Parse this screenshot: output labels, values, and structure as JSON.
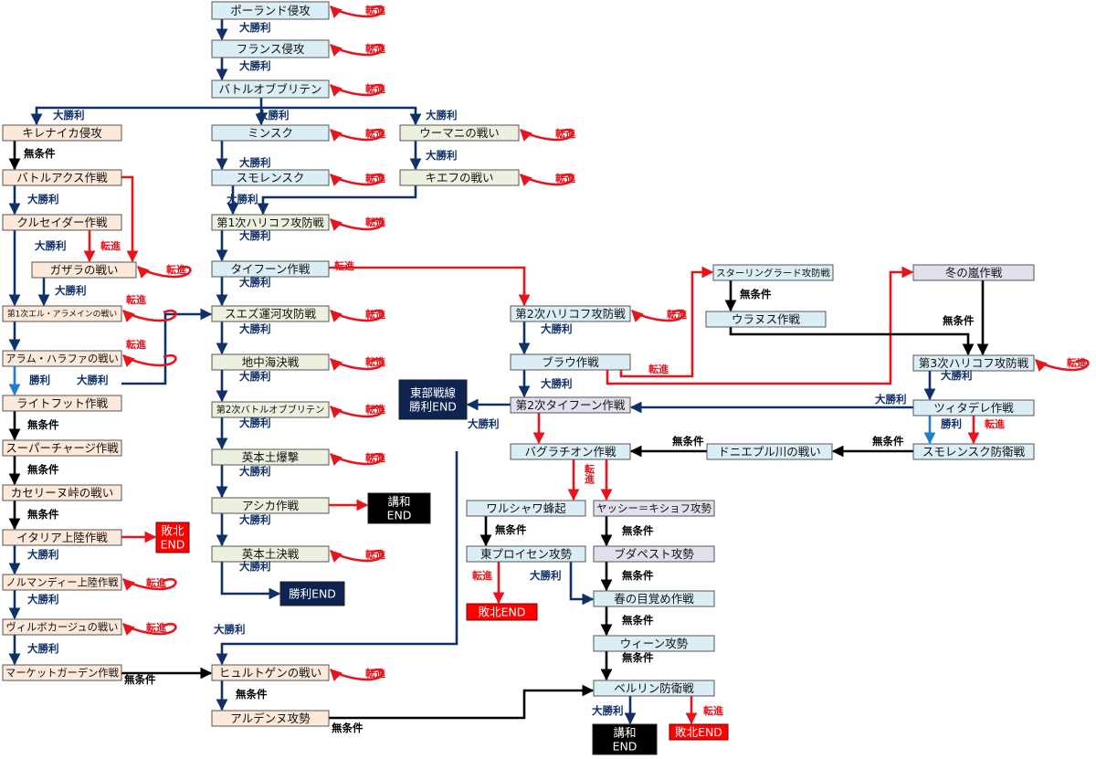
{
  "colors": {
    "blue_fill": "#dbeef6",
    "green_fill": "#ebf1de",
    "orange_fill": "#fde9d9",
    "purple_fill": "#e4dfec",
    "red_fill": "#ff0000",
    "navy_fill": "#0f2350",
    "black_fill": "#000000",
    "edge_navy": "#10306a",
    "edge_red": "#e8141c",
    "edge_black": "#000000",
    "edge_lightblue": "#1f7fcf",
    "node_border": "#555555"
  },
  "nodes": [
    {
      "id": "poland",
      "label": "ポーランド侵攻",
      "fill": "blue"
    },
    {
      "id": "france",
      "label": "フランス侵攻",
      "fill": "blue"
    },
    {
      "id": "bob",
      "label": "バトルオブブリテン",
      "fill": "blue"
    },
    {
      "id": "cyrenaica",
      "label": "キレナイカ侵攻",
      "fill": "orange"
    },
    {
      "id": "minsk",
      "label": "ミンスク",
      "fill": "blue"
    },
    {
      "id": "uman",
      "label": "ウーマニの戦い",
      "fill": "green"
    },
    {
      "id": "battleaxe",
      "label": "バトルアクス作戦",
      "fill": "orange"
    },
    {
      "id": "smolensk",
      "label": "スモレンスク",
      "fill": "blue"
    },
    {
      "id": "kiev",
      "label": "キエフの戦い",
      "fill": "green"
    },
    {
      "id": "crusader",
      "label": "クルセイダー作戦",
      "fill": "orange"
    },
    {
      "id": "kharkov1",
      "label": "第1次ハリコフ攻防戦",
      "fill": "green"
    },
    {
      "id": "gazala",
      "label": "ガザラの戦い",
      "fill": "orange"
    },
    {
      "id": "typhoon",
      "label": "タイフーン作戦",
      "fill": "blue"
    },
    {
      "id": "alamein1",
      "label": "第1次エル・アラメインの戦い",
      "fill": "orange"
    },
    {
      "id": "suez",
      "label": "スエズ運河攻防戦",
      "fill": "green"
    },
    {
      "id": "alamhalfa",
      "label": "アラム・ハラファの戦い",
      "fill": "orange"
    },
    {
      "id": "med",
      "label": "地中海決戦",
      "fill": "green"
    },
    {
      "id": "lightfoot",
      "label": "ライトフット作戦",
      "fill": "orange"
    },
    {
      "id": "bob2",
      "label": "第2次バトルオブブリテン",
      "fill": "green"
    },
    {
      "id": "supercharge",
      "label": "スーパーチャージ作戦",
      "fill": "orange"
    },
    {
      "id": "bombing",
      "label": "英本土爆撃",
      "fill": "green"
    },
    {
      "id": "kasserine",
      "label": "カセリーヌ峠の戦い",
      "fill": "orange"
    },
    {
      "id": "ashika",
      "label": "アシカ作戦",
      "fill": "green"
    },
    {
      "id": "italy",
      "label": "イタリア上陸作戦",
      "fill": "orange"
    },
    {
      "id": "homeland",
      "label": "英本土決戦",
      "fill": "green"
    },
    {
      "id": "normandy",
      "label": "ノルマンディー上陸作戦",
      "fill": "orange"
    },
    {
      "id": "villers",
      "label": "ヴィルボカージュの戦い",
      "fill": "orange"
    },
    {
      "id": "market",
      "label": "マーケットガーデン作戦",
      "fill": "orange"
    },
    {
      "id": "hurtgen",
      "label": "ヒュルトゲンの戦い",
      "fill": "orange"
    },
    {
      "id": "ardennes",
      "label": "アルデンヌ攻勢",
      "fill": "orange"
    },
    {
      "id": "kharkov2",
      "label": "第2次ハリコフ攻防戦",
      "fill": "blue"
    },
    {
      "id": "blau",
      "label": "ブラウ作戦",
      "fill": "blue"
    },
    {
      "id": "typhoon2",
      "label": "第2次タイフーン作戦",
      "fill": "purple"
    },
    {
      "id": "bagration",
      "label": "バグラチオン作戦",
      "fill": "blue"
    },
    {
      "id": "warsaw",
      "label": "ワルシャワ蜂起",
      "fill": "blue"
    },
    {
      "id": "jassy",
      "label": "ヤッシー＝キショフ攻勢",
      "fill": "purple"
    },
    {
      "id": "eprussia",
      "label": "東プロイセン攻勢",
      "fill": "blue"
    },
    {
      "id": "budapest",
      "label": "ブダペスト攻勢",
      "fill": "purple"
    },
    {
      "id": "spring",
      "label": "春の目覚め作戦",
      "fill": "blue"
    },
    {
      "id": "vienna",
      "label": "ウィーン攻勢",
      "fill": "blue"
    },
    {
      "id": "berlin",
      "label": "ベルリン防衛戦",
      "fill": "blue"
    },
    {
      "id": "stalingrad",
      "label": "スターリングラード攻防戦",
      "fill": "blue"
    },
    {
      "id": "uranus",
      "label": "ウラヌス作戦",
      "fill": "blue"
    },
    {
      "id": "winter",
      "label": "冬の嵐作戦",
      "fill": "purple"
    },
    {
      "id": "kharkov3",
      "label": "第3次ハリコフ攻防戦",
      "fill": "blue"
    },
    {
      "id": "citadel",
      "label": "ツィタデレ作戦",
      "fill": "blue"
    },
    {
      "id": "dnieper",
      "label": "ドニエプル川の戦い",
      "fill": "blue"
    },
    {
      "id": "smolensk_def",
      "label": "スモレンスク防衛戦",
      "fill": "blue"
    }
  ],
  "endings": [
    {
      "id": "east_win",
      "lines": [
        "東部戦線",
        "勝利END"
      ],
      "fill": "navy"
    },
    {
      "id": "win_end",
      "lines": [
        "勝利END"
      ],
      "fill": "navy"
    },
    {
      "id": "peace1",
      "lines": [
        "講和",
        "END"
      ],
      "fill": "black"
    },
    {
      "id": "defeat1",
      "lines": [
        "敗北",
        "END"
      ],
      "fill": "red"
    },
    {
      "id": "defeat2",
      "lines": [
        "敗北END"
      ],
      "fill": "red"
    },
    {
      "id": "peace2",
      "lines": [
        "講和",
        "END"
      ],
      "fill": "black"
    },
    {
      "id": "defeat3",
      "lines": [
        "敗北END"
      ],
      "fill": "red"
    }
  ],
  "edge_labels": {
    "great_victory": "大勝利",
    "victory": "勝利",
    "unconditional": "無条件",
    "transfer": "転進"
  }
}
